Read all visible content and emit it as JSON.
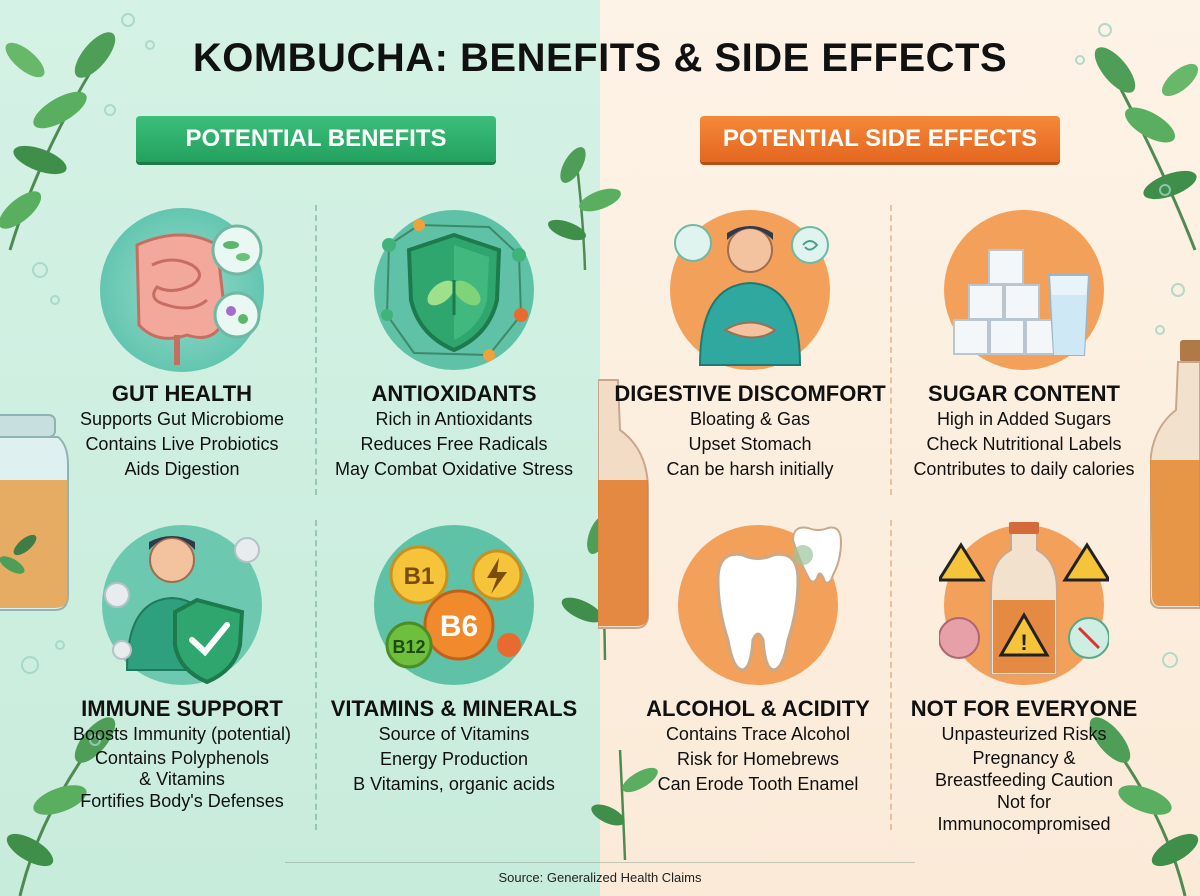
{
  "title": "KOMBUCHA: BENEFITS & SIDE EFFECTS",
  "benefits": {
    "label": "POTENTIAL BENEFITS",
    "items": [
      {
        "icon": "gut-icon",
        "heading": "GUT HEALTH",
        "lines": [
          "Supports Gut Microbiome",
          "Contains Live Probiotics",
          "Aids Digestion"
        ]
      },
      {
        "icon": "shield-leaf-icon",
        "heading": "ANTIOXIDANTS",
        "lines": [
          "Rich in Antioxidants",
          "Reduces Free Radicals",
          "May Combat Oxidative Stress"
        ]
      },
      {
        "icon": "immune-shield-icon",
        "heading": "IMMUNE SUPPORT",
        "lines": [
          "Boosts Immunity (potential)",
          "Contains Polyphenols",
          "& Vitamins",
          "Fortifies Body's Defenses"
        ]
      },
      {
        "icon": "vitamins-icon",
        "heading": "VITAMINS & MINERALS",
        "lines": [
          "Source of Vitamins",
          "Energy Production",
          "B Vitamins, organic acids"
        ]
      }
    ]
  },
  "side_effects": {
    "label": "POTENTIAL SIDE EFFECTS",
    "items": [
      {
        "icon": "stomach-ache-icon",
        "heading": "DIGESTIVE DISCOMFORT",
        "lines": [
          "Bloating & Gas",
          "Upset Stomach",
          "Can be harsh initially"
        ]
      },
      {
        "icon": "sugar-cubes-icon",
        "heading": "SUGAR CONTENT",
        "lines": [
          "High in Added Sugars",
          "Check Nutritional Labels",
          "Contributes to daily calories"
        ]
      },
      {
        "icon": "tooth-icon",
        "heading": "ALCOHOL & ACIDITY",
        "lines": [
          "Contains Trace Alcohol",
          "Risk for Homebrews",
          "Can Erode Tooth Enamel"
        ]
      },
      {
        "icon": "warning-bottle-icon",
        "heading": "NOT FOR EVERYONE",
        "lines": [
          "Unpasteurized Risks",
          "Pregnancy &",
          "Breastfeeding Caution",
          "Not for",
          "Immunocompromised"
        ]
      }
    ]
  },
  "vitamin_labels": {
    "b1": "B1",
    "b6": "B6",
    "b12": "B12"
  },
  "colors": {
    "green": "#23a05f",
    "orange": "#e4661f",
    "text": "#111111"
  },
  "source": "Source: Generalized Health Claims"
}
